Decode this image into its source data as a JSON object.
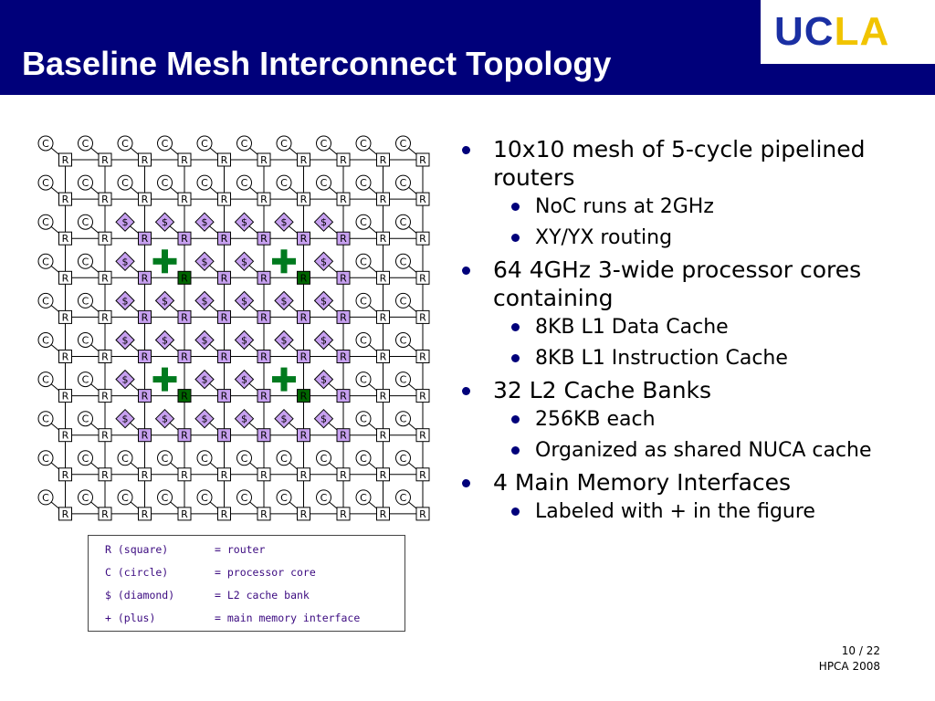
{
  "title": "Baseline Mesh Interconnect Topology",
  "logo": {
    "part1": "UC",
    "part2": "LA"
  },
  "diagram": {
    "router_label": "R",
    "core_label": "C",
    "cache_label": "$",
    "legend": [
      {
        "symbol": "R (square)",
        "meaning": "= router"
      },
      {
        "symbol": "C (circle)",
        "meaning": "= processor core"
      },
      {
        "symbol": "$ (diamond)",
        "meaning": "= L2 cache bank"
      },
      {
        "symbol": "+ (plus)",
        "meaning": "= main memory interface"
      }
    ],
    "colors": {
      "router": "#ffffff",
      "router_cache": "#c7a0f0",
      "router_memory": "#006600",
      "core": "#ffffff",
      "cache": "#c7a0f0",
      "plus": "#007a1e",
      "link": "#000000"
    }
  },
  "bullets": [
    {
      "text": "10x10 mesh of 5-cycle pipelined routers",
      "sub": [
        "NoC runs at 2GHz",
        "XY/YX routing"
      ]
    },
    {
      "text": "64 4GHz 3-wide processor cores containing",
      "sub": [
        "8KB L1 Data Cache",
        "8KB L1 Instruction Cache"
      ]
    },
    {
      "text": "32 L2 Cache Banks",
      "sub": [
        "256KB each",
        "Organized as shared NUCA cache"
      ]
    },
    {
      "text": "4 Main Memory Interfaces",
      "sub": [
        "Labeled with + in the figure"
      ]
    }
  ],
  "footer": {
    "page": "10 / 22",
    "conference": "HPCA 2008"
  }
}
